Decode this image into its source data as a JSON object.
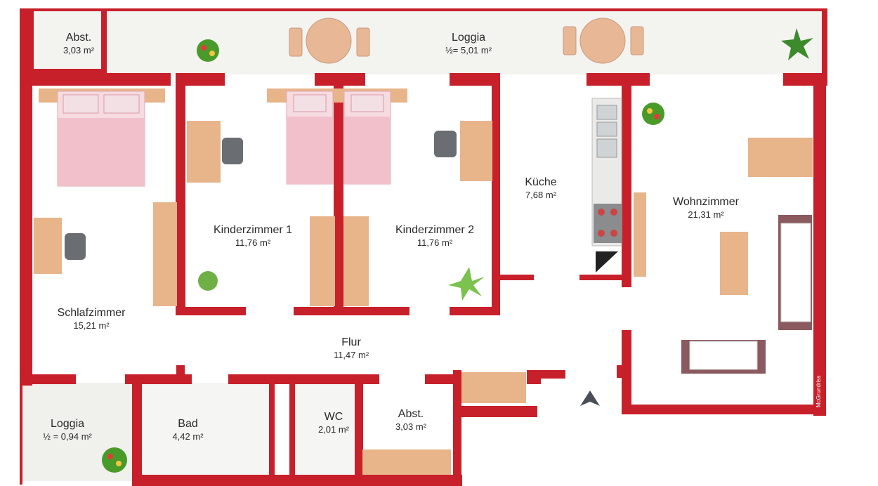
{
  "rooms": {
    "abst_top": {
      "name": "Abst.",
      "area": "3,03 m²"
    },
    "loggia_top": {
      "name": "Loggia",
      "area": "½= 5,01 m²"
    },
    "schlafzimmer": {
      "name": "Schlafzimmer",
      "area": "15,21 m²"
    },
    "kinderzimmer1": {
      "name": "Kinderzimmer 1",
      "area": "11,76 m²"
    },
    "kinderzimmer2": {
      "name": "Kinderzimmer 2",
      "area": "11,76 m²"
    },
    "kueche": {
      "name": "Küche",
      "area": "7,68 m²"
    },
    "wohnzimmer": {
      "name": "Wohnzimmer",
      "area": "21,31 m²"
    },
    "flur": {
      "name": "Flur",
      "area": "11,47 m²"
    },
    "loggia_bottom": {
      "name": "Loggia",
      "area": "½ = 0,94 m²"
    },
    "bad": {
      "name": "Bad",
      "area": "4,42 m²"
    },
    "wc": {
      "name": "WC",
      "area": "2,01 m²"
    },
    "abst_bottom": {
      "name": "Abst.",
      "area": "3,03 m²"
    }
  },
  "credit": "McGrundriss",
  "colors": {
    "wall": "#c8202a",
    "floor": "#ffffff",
    "wood": "#e8b48a",
    "bed": "#f1c6cd",
    "tile": "#f1f1ee"
  },
  "icons": [
    "bed-icon",
    "desk-icon",
    "chair-icon",
    "plant-icon",
    "table-icon",
    "stove-icon",
    "sink-icon",
    "sofa-icon",
    "north-arrow-icon"
  ]
}
